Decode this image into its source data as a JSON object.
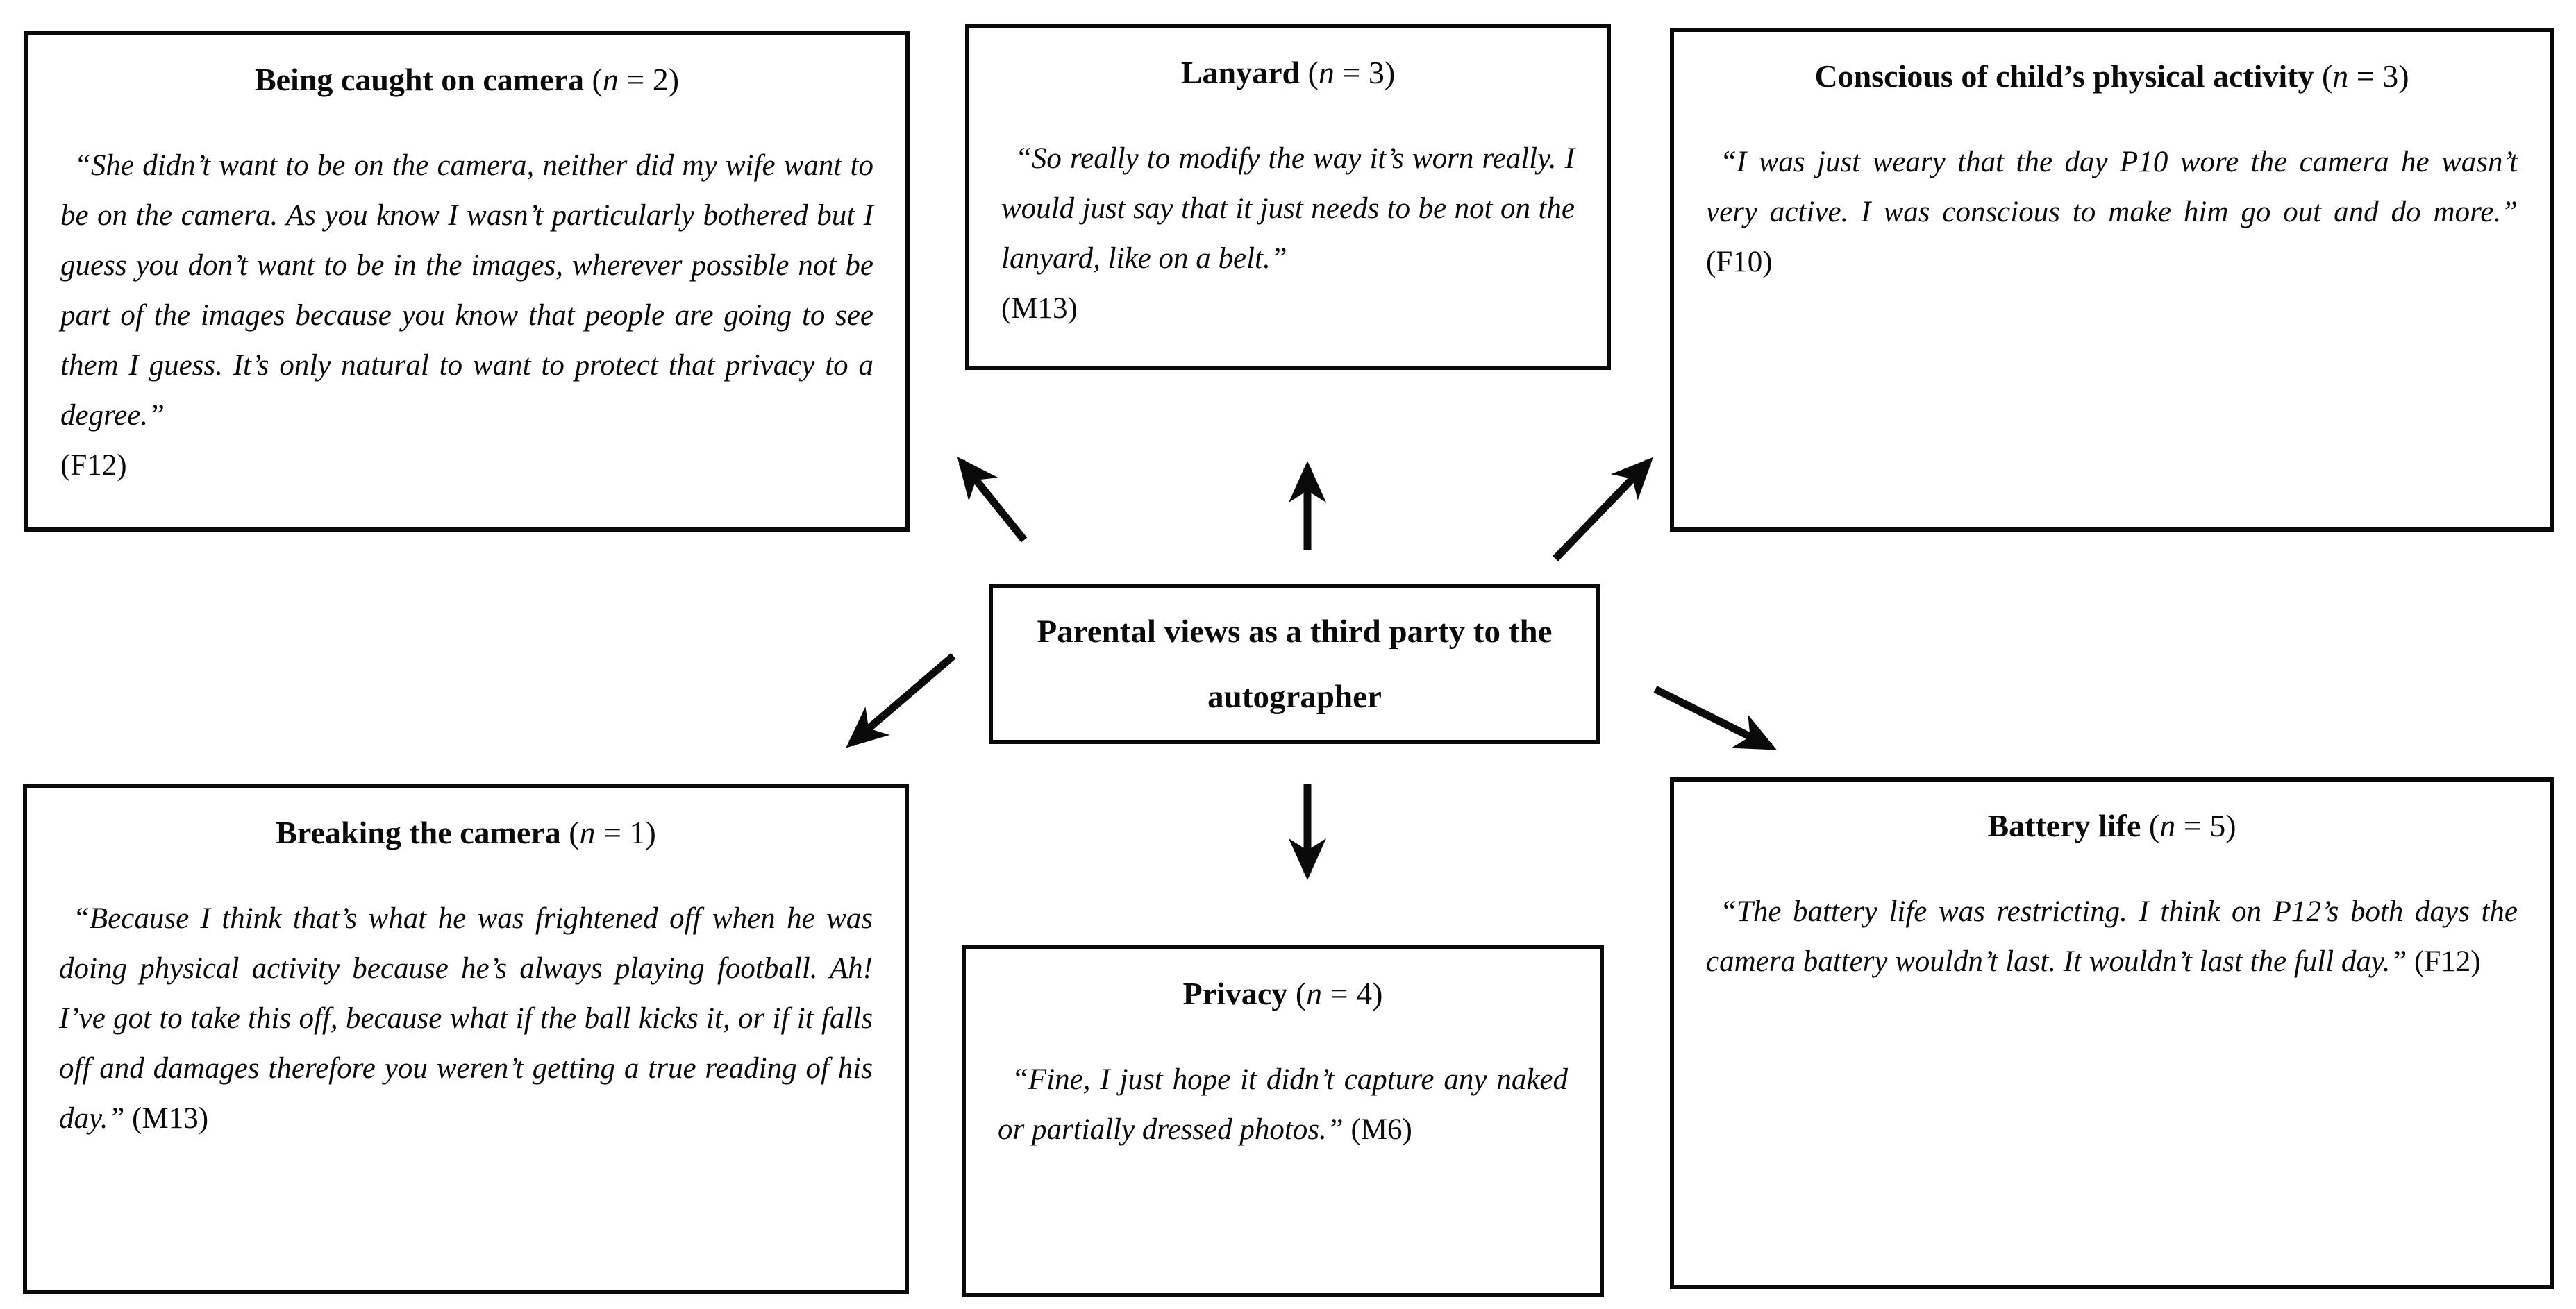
{
  "center_box": {
    "text": "Parental views as a third party to the autographer"
  },
  "themes": {
    "being_caught": {
      "title": "Being caught on camera",
      "count_label": "(n = 2)",
      "quote": "“She didn’t want to be on the camera, neither did my wife want to be on the camera. As you know I wasn’t particularly bothered but I guess you don’t want to be in the images, wherever possible not be part of the images because you know that people are going to see them I guess.  It’s only natural to want to protect that privacy to a degree.”",
      "attribution": "(F12)"
    },
    "lanyard": {
      "title": "Lanyard",
      "count_label": "(n = 3)",
      "quote": "“So really to modify the way it’s worn really. I would just say that it just needs to be not on the lanyard, like on a belt.”",
      "attribution": "(M13)"
    },
    "conscious": {
      "title": "Conscious of child’s physical activity",
      "count_label": "(n = 3)",
      "quote": "“I was just weary that the day P10 wore the camera he wasn’t very active. I was conscious to make him go out and do more.”",
      "attribution": "(F10)"
    },
    "breaking": {
      "title": "Breaking the camera",
      "count_label": "(n = 1)",
      "quote": "“Because I think that’s what he was frightened off when he was doing physical activity because he’s always playing football. Ah! I’ve got to take this off, because what if the ball kicks it, or if it falls off and damages therefore you weren’t getting a true reading of his day.”",
      "attribution": "(M13)"
    },
    "privacy": {
      "title": "Privacy",
      "count_label": "(n = 4)",
      "quote": "“Fine, I just hope it didn’t capture any naked or partially dressed photos.”",
      "attribution": "(M6)"
    },
    "battery": {
      "title": "Battery life",
      "count_label": "(n = 5)",
      "quote": "“The battery life was restricting. I think on P12’s both days the camera battery wouldn’t last. It wouldn’t last the full day.”",
      "attribution": "(F12)"
    }
  },
  "colors": {
    "line": "#0a0a0a",
    "background": "#ffffff"
  }
}
